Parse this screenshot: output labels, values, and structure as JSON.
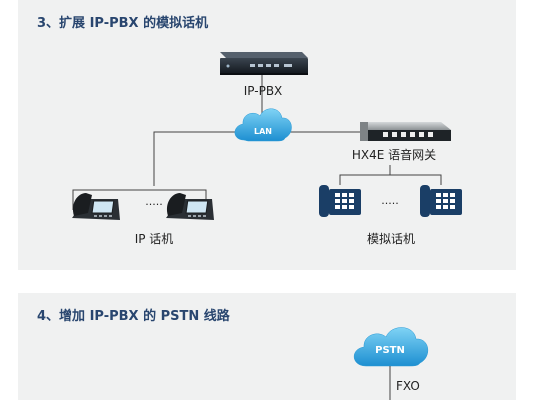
{
  "sections": [
    {
      "title": "3、扩展 IP-PBX 的模拟话机",
      "pbx_label": "IP-PBX",
      "lan_label": "LAN",
      "gateway_label": "HX4E 语音网关",
      "ip_phone_ellipsis": "·····",
      "ip_phones_label": "IP 话机",
      "analog_ellipsis": "·····",
      "analog_phones_label": "模拟话机"
    },
    {
      "title": "4、增加 IP-PBX 的 PSTN 线路",
      "pstn_label": "PSTN",
      "fxo_label": "FXO"
    }
  ],
  "colors": {
    "panel_bg": "#f0f1f1",
    "title": "#29466f",
    "cloud": "#35aee4",
    "line": "#444444"
  }
}
